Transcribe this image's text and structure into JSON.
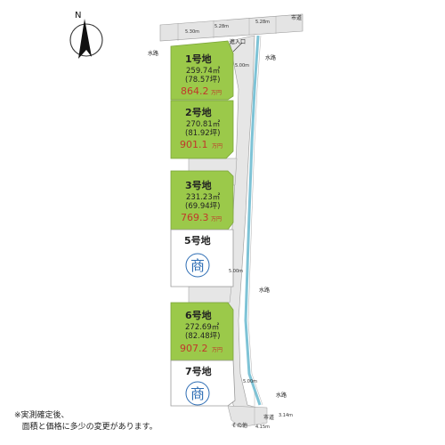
{
  "compass": {
    "label": "N"
  },
  "roads": {
    "city_road": "市道",
    "entrance": "進入口",
    "waterway": "水路",
    "other_land": "その他"
  },
  "dimensions": {
    "top_1": "5.30m",
    "top_2": "5.28m",
    "top_3": "5.28m",
    "road_upper": "5.00m",
    "road_mid": "5.00m",
    "road_lower": "5.00m",
    "bottom_a": "4.15m",
    "bottom_b": "3.14m"
  },
  "lots": [
    {
      "name": "1号地",
      "area_sqm": "259.74㎡",
      "area_tsubo": "(78.57坪)",
      "price": "864.2",
      "unit": "万円"
    },
    {
      "name": "2号地",
      "area_sqm": "270.81㎡",
      "area_tsubo": "(81.92坪)",
      "price": "901.1",
      "unit": "万円"
    },
    {
      "name": "3号地",
      "area_sqm": "231.23㎡",
      "area_tsubo": "(69.94坪)",
      "price": "769.3",
      "unit": "万円"
    },
    {
      "name": "5号地",
      "badge": "商"
    },
    {
      "name": "6号地",
      "area_sqm": "272.69㎡",
      "area_tsubo": "(82.48坪)",
      "price": "907.2",
      "unit": "万円"
    },
    {
      "name": "7号地",
      "badge": "商"
    }
  ],
  "note": {
    "line1": "※実測確定後、",
    "line2": "面積と価格に多少の変更があります。"
  }
}
